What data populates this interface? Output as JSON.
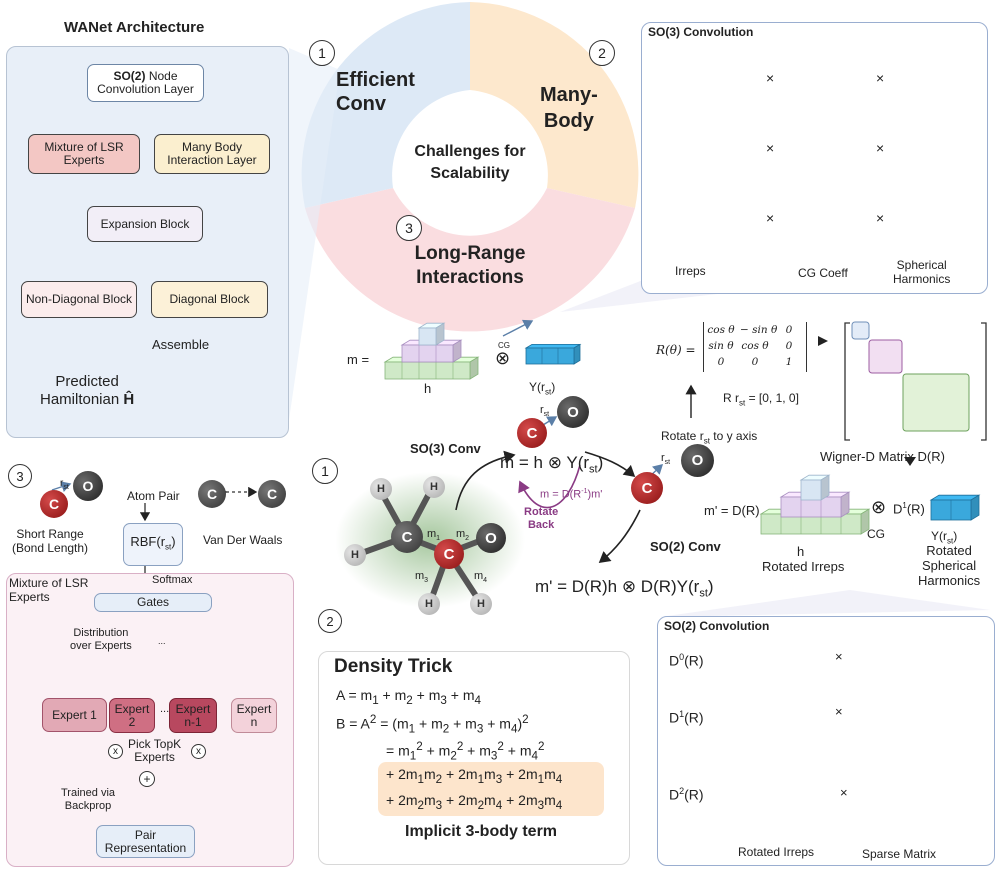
{
  "wanet": {
    "title": "WANet Architecture",
    "so2_node_b": "SO(2)",
    "so2_node_rest": " Node Convolution Layer",
    "lsr": "Mixture of LSR Experts",
    "many_body": "Many Body Interaction Layer",
    "expansion": "Expansion Block",
    "non_diag": "Non-Diagonal Block",
    "diag": "Diagonal Block",
    "assemble": "Assemble",
    "predicted_line1": "Predicted",
    "predicted_line2": "Hamiltonian",
    "predicted_symbol": "Ĥ"
  },
  "challenges": {
    "n1": "1",
    "n2": "2",
    "n3": "3",
    "efficient_1": "Efficient",
    "efficient_2": "Conv",
    "many_1": "Many-",
    "many_2": "Body",
    "long_1": "Long-Range",
    "long_2": "Interactions",
    "center_1": "Challenges for",
    "center_2": "Scalability"
  },
  "so3_panel": {
    "title": "SO(3) Convolution",
    "times": "×",
    "irreps": "Irreps",
    "cg": "CG Coeff",
    "sh_1": "Spherical",
    "sh_2": "Harmonics"
  },
  "mid": {
    "m_eq": "m =",
    "h": "h",
    "cg": "CG",
    "otimes": "⊗",
    "y_rst": "Y(r",
    "y_rst_sub": "st",
    "y_rst_close": ")",
    "num1": "1",
    "so3conv": "SO(3) Conv",
    "m_formula": "m = h ⊗ Y(r",
    "m_formula_sub": "st",
    "m_formula_close": ")",
    "m_inv": "m = D(R",
    "m_inv_sup": "-1",
    "m_inv_close": ")m'",
    "rotate_back_1": "Rotate",
    "rotate_back_2": "Back",
    "rot_label": "Rotate r",
    "rot_label_sub": "st",
    "rot_label_close": " to y axis",
    "r_rst": "R r",
    "r_rst_sub": "st",
    "r_rst_close": " = [0, 1, 0]",
    "so2conv": "SO(2) Conv",
    "mprime_formula": "m' = D(R)h ⊗ D(R)Y(r",
    "mprime_formula_sub": "st",
    "mprime_formula_close": ")",
    "mprime_d": "m' = D(R)",
    "rot_h": "h",
    "rot_irreps": "Rotated Irreps",
    "d1r": "D",
    "d1r_sup": "1",
    "d1r_close": "(R)",
    "rot_cg": "CG",
    "y2": "Y(r",
    "y2_sub": "st",
    "y2_close": ")",
    "rot_sh_1": "Rotated",
    "rot_sh_2": "Spherical",
    "rot_sh_3": "Harmonics",
    "wigner": "Wigner-D Matrix D(R)",
    "m1": "m",
    "m1_sub": "1",
    "m2": "m",
    "m2_sub": "2",
    "m3": "m",
    "m3_sub": "3",
    "m4": "m",
    "m4_sub": "4",
    "rst_a": "r",
    "rst_a_sub": "st",
    "rst_b": "r",
    "rst_b_sub": "st"
  },
  "rotation_matrix": {
    "lhs": "R(θ) =",
    "rows": [
      [
        "cos θ",
        "− sin θ",
        "0"
      ],
      [
        "sin θ",
        "cos θ",
        "0"
      ],
      [
        "0",
        "0",
        "1"
      ]
    ]
  },
  "atoms": {
    "C": "C",
    "O": "O",
    "H": "H"
  },
  "lsr_panel": {
    "num": "3",
    "rst": "r",
    "rst_sub": "st",
    "atom_pair": "Atom Pair",
    "short_1": "Short Range",
    "short_2": "(Bond Length)",
    "vdw": "Van Der Waals",
    "rbf": "RBF(r",
    "rbf_sub": "st",
    "rbf_close": ")",
    "softmax": "Softmax",
    "title_1": "Mixture of LSR",
    "title_2": "Experts",
    "gates": "Gates",
    "dist_1": "Distribution",
    "dist_2": "over Experts",
    "dots": "...",
    "expert1": "Expert 1",
    "expert2_1": "Expert",
    "expert2_2": "2",
    "expertn1_1": "Expert",
    "expertn1_2": "n-1",
    "expertn_1": "Expert",
    "expertn_2": "n",
    "pick_1": "Pick TopK",
    "pick_2": "Experts",
    "x": "x",
    "plus": "+",
    "trained_1": "Trained via",
    "trained_2": "Backprop",
    "pair_1": "Pair",
    "pair_2": "Representation"
  },
  "density": {
    "num": "2",
    "title": "Density Trick",
    "footer": "Implicit 3-body term"
  },
  "so2_panel": {
    "title": "SO(2) Convolution",
    "times": "×",
    "d": "D",
    "d0_sup": "0",
    "d1_sup": "1",
    "d2_sup": "2",
    "r": "(R)",
    "rot_irreps": "Rotated Irreps",
    "sparse": "Sparse Matrix"
  }
}
